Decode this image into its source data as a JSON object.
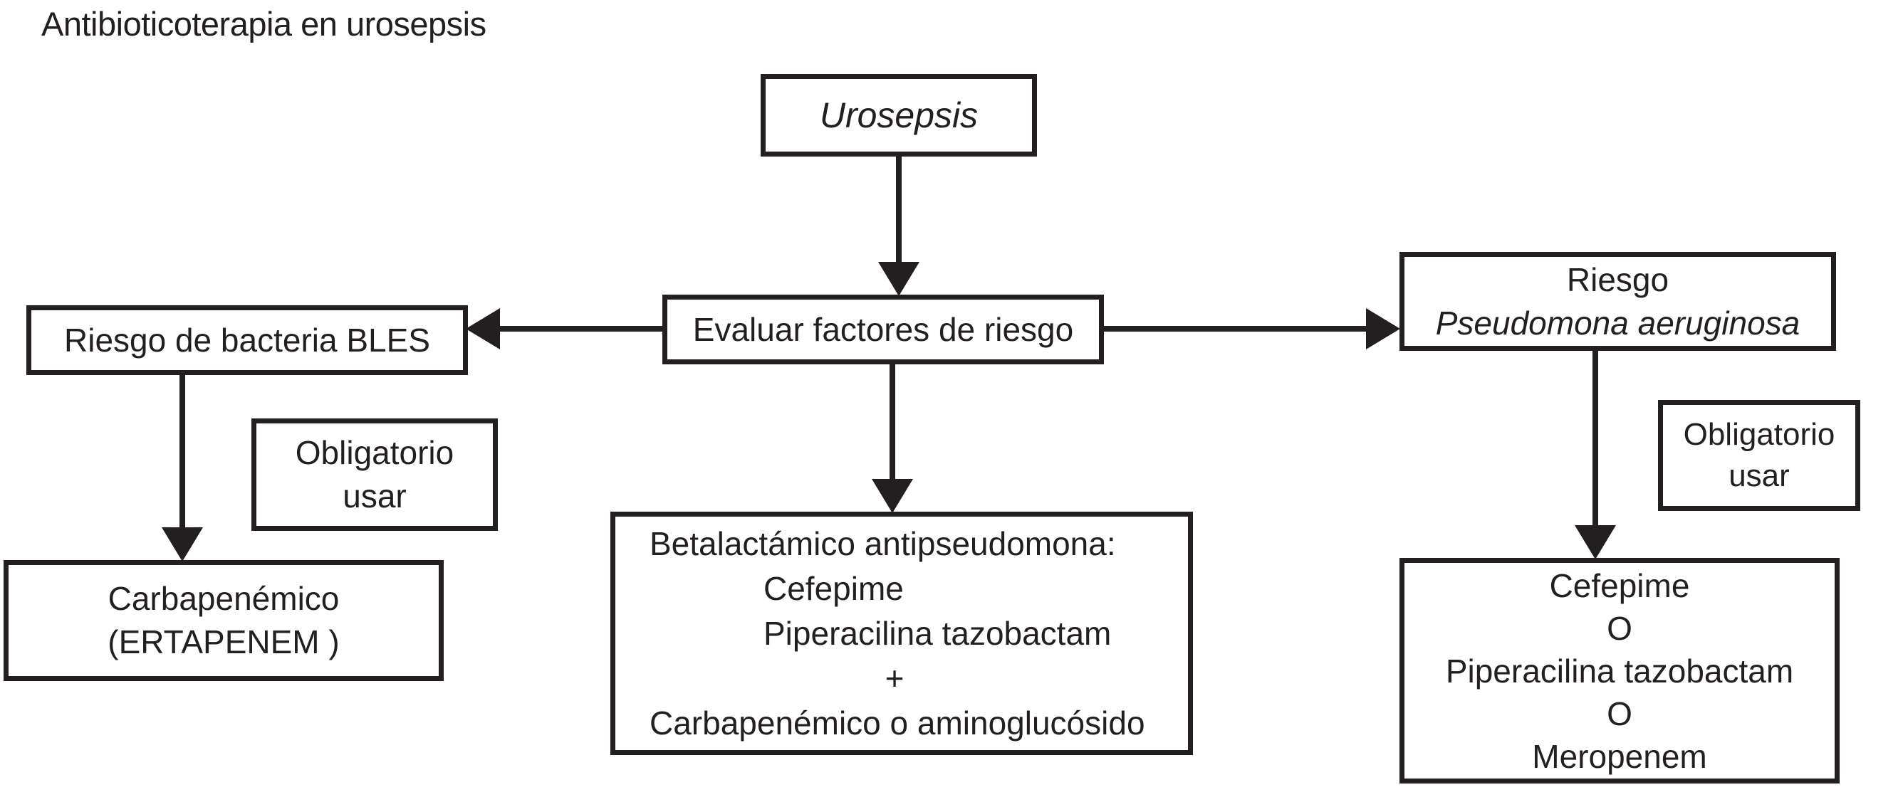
{
  "title": "Antibioticoterapia en urosepsis",
  "diagram": {
    "colors": {
      "ink": "#231f20",
      "background": "#ffffff"
    },
    "nodes": {
      "urosepsis": {
        "label": "Urosepsis"
      },
      "evaluar": {
        "label": "Evaluar factores de riesgo"
      },
      "riesgo_bles": {
        "label": "Riesgo de bacteria BLES"
      },
      "obligatorio_left": {
        "line1": "Obligatorio",
        "line2": "usar"
      },
      "carbapenemico": {
        "line1": "Carbapenémico",
        "line2": "(ERTAPENEM )"
      },
      "betalactamico": {
        "lines": [
          "Betalactámico antipseudomona:",
          "Cefepime",
          "Piperacilina tazobactam",
          "+",
          "Carbapenémico o aminoglucósido"
        ]
      },
      "riesgo_pseudomona": {
        "line1": "Riesgo",
        "line2": "Pseudomona aeruginosa"
      },
      "obligatorio_right": {
        "line1": "Obligatorio",
        "line2": "usar"
      },
      "cefepime_options": {
        "lines": [
          "Cefepime",
          "O",
          "Piperacilina tazobactam",
          "O",
          "Meropenem"
        ]
      }
    },
    "edges": [
      {
        "from": "urosepsis",
        "to": "evaluar",
        "direction": "down"
      },
      {
        "from": "evaluar",
        "to": "riesgo_bles",
        "direction": "left"
      },
      {
        "from": "evaluar",
        "to": "riesgo_pseudomona",
        "direction": "right"
      },
      {
        "from": "evaluar",
        "to": "betalactamico",
        "direction": "down"
      },
      {
        "from": "riesgo_bles",
        "to": "carbapenemico",
        "direction": "down"
      },
      {
        "from": "riesgo_pseudomona",
        "to": "cefepime_options",
        "direction": "down"
      }
    ]
  }
}
